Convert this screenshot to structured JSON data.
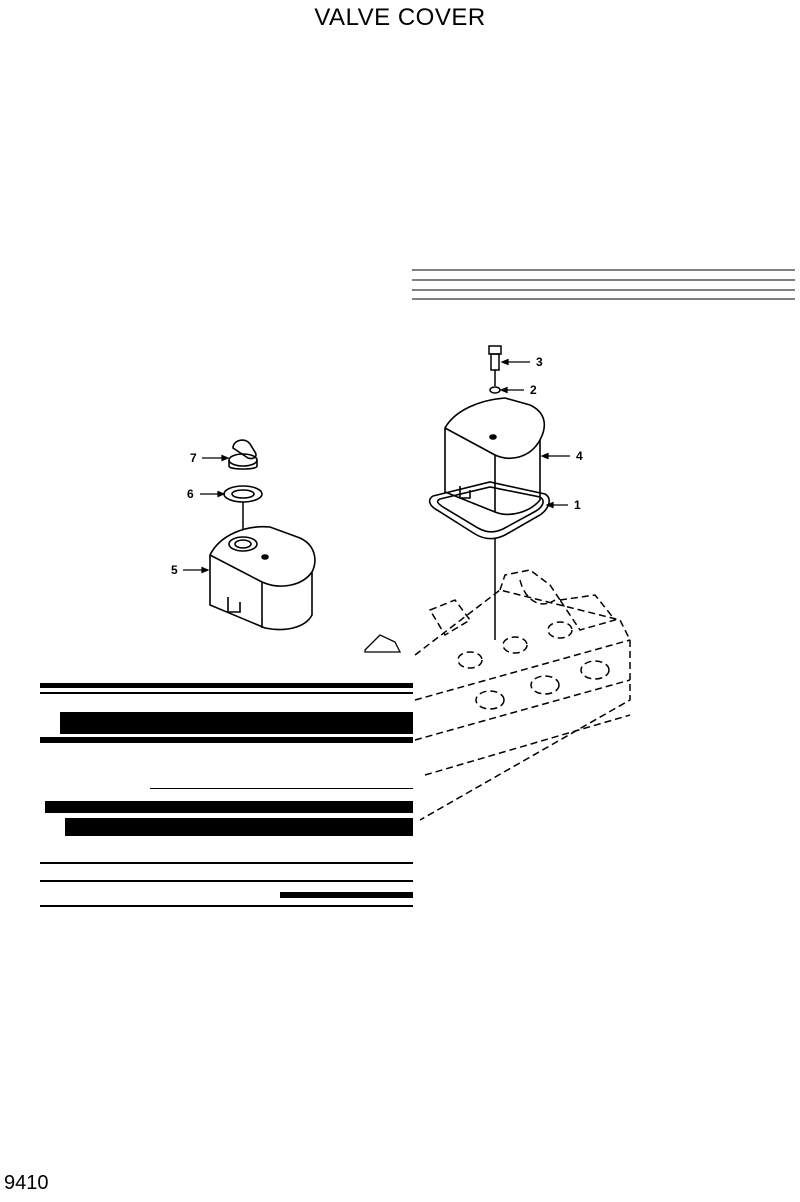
{
  "title": "VALVE COVER",
  "page_number": "9410",
  "callouts": [
    {
      "id": "part-1",
      "label": "1"
    },
    {
      "id": "part-2",
      "label": "2"
    },
    {
      "id": "part-3",
      "label": "3"
    },
    {
      "id": "part-4",
      "label": "4"
    },
    {
      "id": "part-5",
      "label": "5"
    },
    {
      "id": "part-6",
      "label": "6"
    },
    {
      "id": "part-7",
      "label": "7"
    }
  ],
  "icons": [
    "bolt-icon",
    "washer-icon",
    "valve-cover-icon",
    "gasket-icon",
    "oil-filler-cap-icon",
    "o-ring-icon",
    "cylinder-head-icon"
  ]
}
